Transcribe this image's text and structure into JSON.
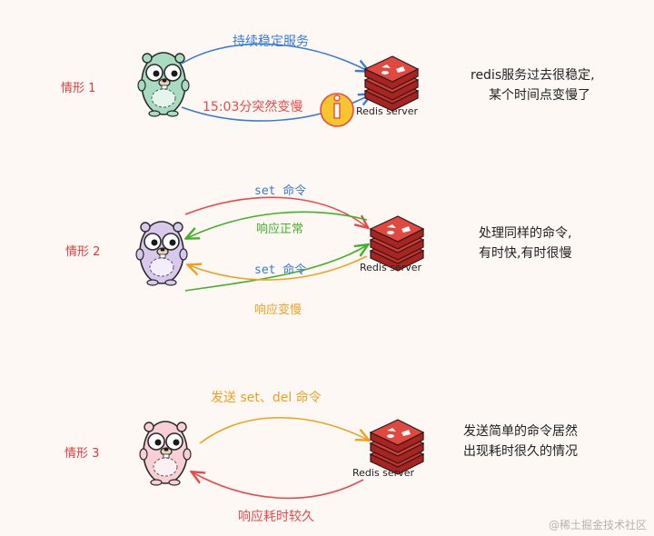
{
  "colors": {
    "blue": "#3a7bd5",
    "red": "#e84a4a",
    "green": "#43b02a",
    "orange": "#f0a020",
    "redis": "#c8302b",
    "warn": "#f7c62f"
  },
  "scenario1": {
    "label": "情形 1",
    "top_arrow": "持续稳定服务",
    "bottom_arrow": "15:03分突然变慢",
    "server": "Redis server",
    "description_line1": "redis服务过去很稳定,",
    "description_line2": "某个时间点变慢了"
  },
  "scenario2": {
    "label": "情形 2",
    "arrow1": "set 命令",
    "arrow2": "响应正常",
    "arrow3": "set 命令",
    "arrow4": "响应变慢",
    "server": "Redis server",
    "description_line1": "处理同样的命令,",
    "description_line2": "有时快,有时很慢"
  },
  "scenario3": {
    "label": "情形 3",
    "top_arrow": "发送 set、del 命令",
    "bottom_arrow": "响应耗时较久",
    "server": "Redis server",
    "description_line1": "发送简单的命令居然",
    "description_line2": "出现耗时很久的情况"
  },
  "watermark": "@稀土掘金技术社区"
}
